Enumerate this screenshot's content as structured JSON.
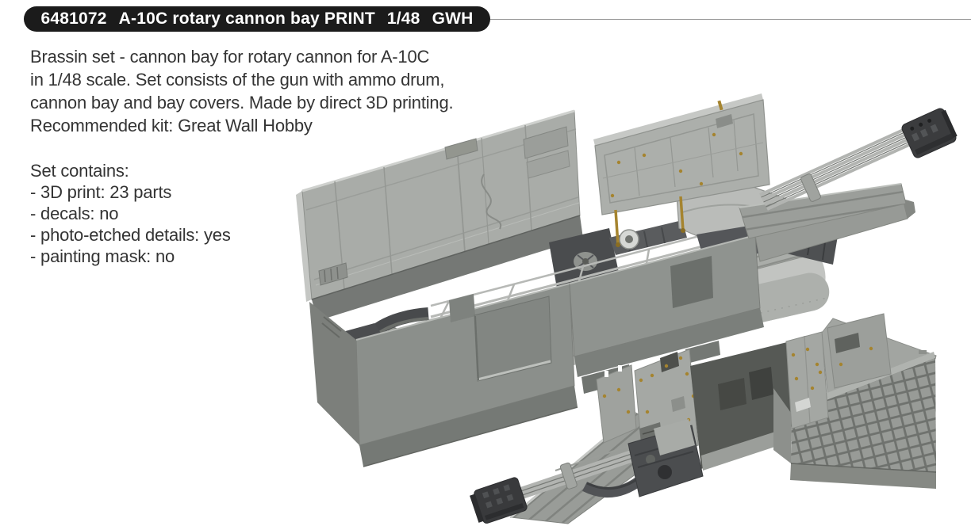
{
  "header": {
    "catalog_number": "6481072",
    "product_title": "A-10C rotary cannon bay PRINT",
    "scale": "1/48",
    "kit_brand": "GWH",
    "bar_color": "#1b1b1b",
    "text_color": "#ffffff"
  },
  "divider_color": "#9b9b9b",
  "description": {
    "lines": [
      "Brassin set - cannon bay for rotary cannon for A-10C",
      "in 1/48 scale. Set consists of the gun with ammo drum,",
      "cannon bay and bay covers. Made by direct 3D printing.",
      "Recommended kit: Great Wall Hobby"
    ]
  },
  "set_contains": {
    "heading": "Set contains:",
    "items": [
      "- 3D print: 23 parts",
      "- decals: no",
      "- photo-etched details: yes",
      "- painting mask: no"
    ]
  },
  "illustration": {
    "alt": "Grayscale 3D render: open cannon bay with ammo drum and walkway, GAU-8 rotary cannon with lifted bay cover, and underside bay view with photo-etched parts and ribbed ammo box",
    "colors": {
      "light_gray": "#c2c4c1",
      "mid_gray": "#8f938f",
      "dark_gray": "#4b4d4f",
      "muzzle_dark": "#393a3c",
      "photo_etch_brass": "#a5842f",
      "body_text": "#343434"
    }
  }
}
